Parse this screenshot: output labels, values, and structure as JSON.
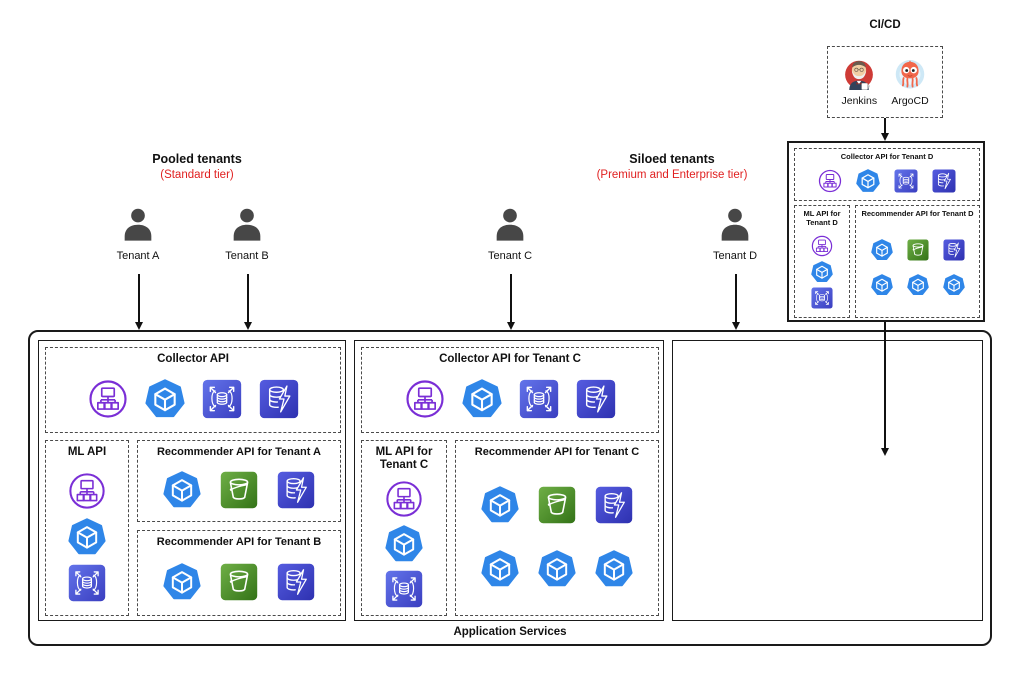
{
  "cicd": {
    "title": "CI/CD",
    "tools": [
      {
        "name": "jenkins",
        "label": "Jenkins"
      },
      {
        "name": "argocd",
        "label": "ArgoCD"
      }
    ]
  },
  "tenant_groups": {
    "pooled": {
      "title": "Pooled tenants",
      "tier": "(Standard tier)"
    },
    "siloed": {
      "title": "Siloed tenants",
      "tier": "(Premium and Enterprise tier)"
    }
  },
  "tenants": [
    {
      "label": "Tenant A"
    },
    {
      "label": "Tenant B"
    },
    {
      "label": "Tenant C"
    },
    {
      "label": "Tenant D"
    }
  ],
  "application_services": {
    "label": "Application Services"
  },
  "pooled_section": {
    "collector": {
      "title": "Collector API"
    },
    "ml": {
      "title": "ML API"
    },
    "recommender_a": {
      "title": "Recommender API for Tenant A"
    },
    "recommender_b": {
      "title": "Recommender API for Tenant B"
    }
  },
  "tenant_c_section": {
    "collector": {
      "title": "Collector API for Tenant C"
    },
    "ml": {
      "title": "ML API for Tenant C"
    },
    "recommender": {
      "title": "Recommender API for Tenant C"
    }
  },
  "tenant_d_unit": {
    "collector": {
      "title": "Collector API for Tenant D"
    },
    "ml": {
      "title": "ML API for Tenant D"
    },
    "recommender": {
      "title": "Recommender API for Tenant D"
    }
  },
  "icons": {
    "jenkins": "jenkins-butler-icon",
    "argocd": "argocd-octopus-icon",
    "tenant": "person-icon",
    "api_gateway": "network-hierarchy-icon",
    "pod": "kubernetes-pod-icon",
    "scalable_db": "database-scale-out-icon",
    "db_lightning": "database-lightning-icon",
    "bucket": "s3-bucket-icon"
  },
  "colors": {
    "tier_red": "#e02020",
    "hierarchy_purple": "#7a2ed6",
    "pod_blue": "#2f86e8",
    "db_blue_light": "#6374ea",
    "db_blue_dark": "#3a3ec0",
    "indigo_light": "#555ce0",
    "indigo_dark": "#2e31b0",
    "green_light": "#6faf46",
    "green_dark": "#337317",
    "person_gray": "#474747",
    "line_black": "#111111"
  }
}
